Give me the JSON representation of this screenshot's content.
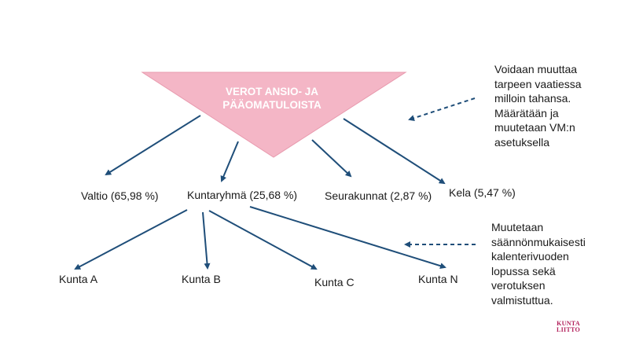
{
  "triangle": {
    "label": "VEROT ANSIO- JA\nPÄÄOMATULOISTA",
    "fill": "#f4b6c6",
    "stroke": "#e89aae"
  },
  "recipients": {
    "valtio": "Valtio (65,98 %)",
    "kuntaryhma": "Kuntaryhmä (25,68 %)",
    "seurakunnat": "Seurakunnat (2,87 %)",
    "kela": "Kela (5,47 %)"
  },
  "municipalities": {
    "a": "Kunta A",
    "b": "Kunta B",
    "c": "Kunta C",
    "n": "Kunta N"
  },
  "notes": {
    "top": "Voidaan muuttaa\ntarpeen vaatiessa\nmilloin tahansa.\nMäärätään ja\nmuutetaan VM:n\nasetuksella",
    "bottom": "Muutetaan\nsäännönmukaisesti\nkalenterivuoden\nlopussa sekä\nverotuksen\nvalmistuttua."
  },
  "logo": {
    "line1": "KUNTA",
    "line2": "LIITTO"
  },
  "colors": {
    "arrow": "#1f4e79"
  }
}
